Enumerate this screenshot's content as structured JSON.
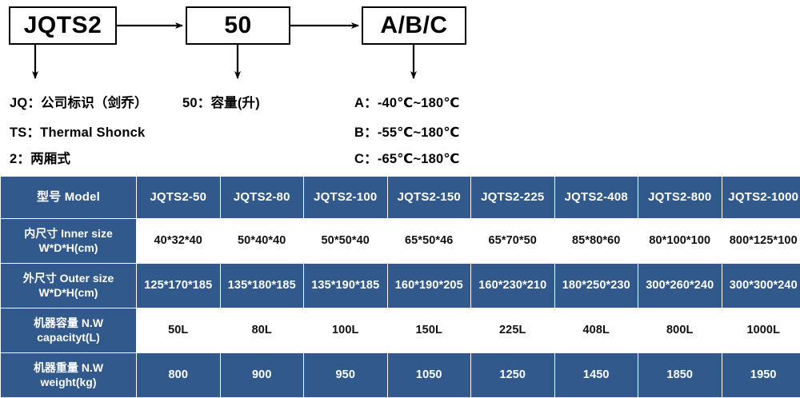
{
  "diagram": {
    "boxes": [
      {
        "name": "model-code",
        "text": "JQTS2"
      },
      {
        "name": "capacity-code",
        "text": "50"
      },
      {
        "name": "temperature-code",
        "text": "A/B/C"
      }
    ],
    "legend": {
      "jq": "JQ：公司标识（剑乔）",
      "ts": "TS：Thermal Shonck",
      "two": "2：两厢式",
      "fifty": "50：容量(升)",
      "a": "A：-40℃~180℃",
      "b": "B：-55℃~180℃",
      "c": "C：-65℃~180℃"
    }
  },
  "table": {
    "accent_color": "#31598c",
    "header": {
      "label": "型号 Model",
      "models": [
        "JQTS2-50",
        "JQTS2-80",
        "JQTS2-100",
        "JQTS2-150",
        "JQTS2-225",
        "JQTS2-408",
        "JQTS2-800",
        "JQTS2-1000"
      ]
    },
    "rows": [
      {
        "name": "inner-size",
        "label_line1": "内尺寸 Inner size",
        "label_line2": "W*D*H(cm)",
        "style": "white",
        "values": [
          "40*32*40",
          "50*40*40",
          "50*50*40",
          "65*50*46",
          "65*70*50",
          "85*80*60",
          "80*100*100",
          "800*125*100"
        ]
      },
      {
        "name": "outer-size",
        "label_line1": "外尺寸 Outer size",
        "label_line2": "W*D*H(cm)",
        "style": "blue",
        "values": [
          "125*170*185",
          "135*180*185",
          "135*190*185",
          "160*190*205",
          "160*230*210",
          "180*250*230",
          "300*260*240",
          "300*300*240"
        ]
      },
      {
        "name": "machine-capacity",
        "label_line1": "机器容量 N.W",
        "label_line2": "capacityt(L)",
        "style": "white",
        "values": [
          "50L",
          "80L",
          "100L",
          "150L",
          "225L",
          "408L",
          "800L",
          "1000L"
        ]
      },
      {
        "name": "machine-weight",
        "label_line1": "机器重量 N.W",
        "label_line2": "weight(kg)",
        "style": "blue",
        "values": [
          "800",
          "900",
          "950",
          "1050",
          "1250",
          "1450",
          "1850",
          "1950"
        ]
      }
    ]
  }
}
